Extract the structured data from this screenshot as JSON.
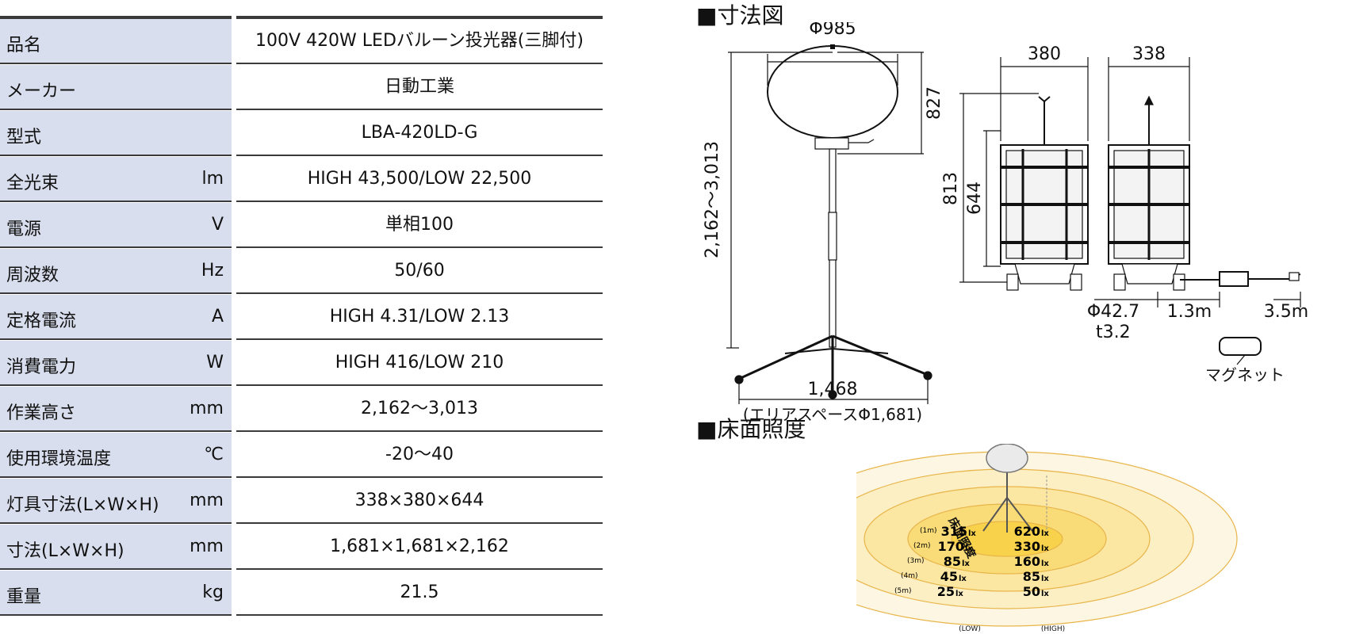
{
  "table": {
    "rows": [
      {
        "name": "品名",
        "unit": "",
        "value": "100V 420W LEDバルーン投光器(三脚付)"
      },
      {
        "name": "メーカー",
        "unit": "",
        "value": "日動工業"
      },
      {
        "name": "型式",
        "unit": "",
        "value": "LBA-420LD-G"
      },
      {
        "name": "全光束",
        "unit": "lm",
        "value": "HIGH 43,500/LOW 22,500"
      },
      {
        "name": "電源",
        "unit": "V",
        "value": "単相100"
      },
      {
        "name": "周波数",
        "unit": "Hz",
        "value": "50/60"
      },
      {
        "name": "定格電流",
        "unit": "A",
        "value": "HIGH 4.31/LOW 2.13"
      },
      {
        "name": "消費電力",
        "unit": "W",
        "value": "HIGH 416/LOW 210"
      },
      {
        "name": "作業高さ",
        "unit": "mm",
        "value": "2,162〜3,013"
      },
      {
        "name": "使用環境温度",
        "unit": "℃",
        "value": "-20〜40"
      },
      {
        "name": "灯具寸法(L×W×H)",
        "unit": "mm",
        "value": "338×380×644"
      },
      {
        "name": "寸法(L×W×H)",
        "unit": "mm",
        "value": "1,681×1,681×2,162"
      },
      {
        "name": "重量",
        "unit": "kg",
        "value": "21.5"
      }
    ]
  },
  "dimensions": {
    "title": "■寸法図",
    "phi985": "Φ985",
    "h827": "827",
    "height_range": "2,162〜3,013",
    "w1468": "1,468",
    "area_space": "(エリアスペースΦ1,681)",
    "w380": "380",
    "w338": "338",
    "h813": "813",
    "h644": "644",
    "phi427": "Φ42.7",
    "t32": "t3.2",
    "cable1": "1.3m",
    "cable2": "3.5m",
    "magnet": "マグネット"
  },
  "illuminance": {
    "title": "■床面照度",
    "axis_label": "床面照度",
    "rings": [
      {
        "dist": "(1m)",
        "low": "315",
        "high": "620"
      },
      {
        "dist": "(2m)",
        "low": "170",
        "high": "330"
      },
      {
        "dist": "(3m)",
        "low": "85",
        "high": "160"
      },
      {
        "dist": "(4m)",
        "low": "45",
        "high": "85"
      },
      {
        "dist": "(5m)",
        "low": "25",
        "high": "50"
      }
    ],
    "unit": "lx",
    "low_label": "(LOW)",
    "high_label": "(HIGH)",
    "ring_colors": [
      "#f7d24a",
      "#f9dc78",
      "#fbe6a2",
      "#fcefc4",
      "#fdf6e2"
    ]
  }
}
